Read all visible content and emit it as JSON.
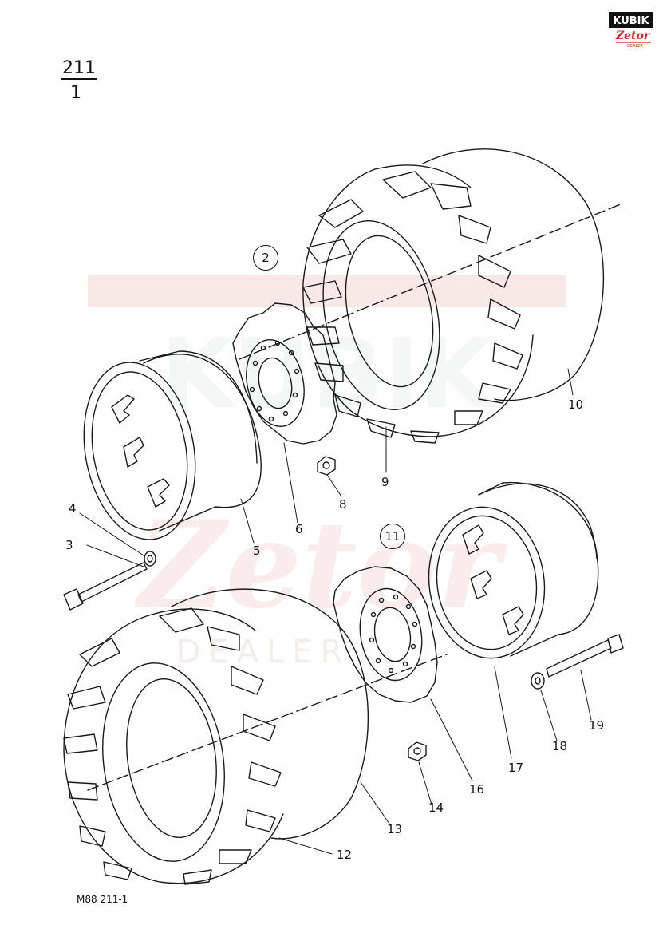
{
  "header": {
    "group_number": "211",
    "sheet_number": "1"
  },
  "logo": {
    "brand_top": "KUBIK",
    "brand_bottom": "Zetor",
    "brand_tag": "DEALER",
    "accent_color": "#d81f26"
  },
  "watermark": {
    "text_top": "KUBIK",
    "text_mid": "Zetor",
    "text_bot": "DEALER",
    "color": "#f3d6d6"
  },
  "assemblies": {
    "rear_group": "2",
    "front_group": "11"
  },
  "part_callouts": [
    "3",
    "4",
    "5",
    "6",
    "8",
    "9",
    "10",
    "11",
    "12",
    "13",
    "14",
    "16",
    "17",
    "18",
    "19"
  ],
  "footer": {
    "code": "M88  211-1"
  },
  "colors": {
    "line": "#1a1a1a",
    "background": "#ffffff"
  }
}
